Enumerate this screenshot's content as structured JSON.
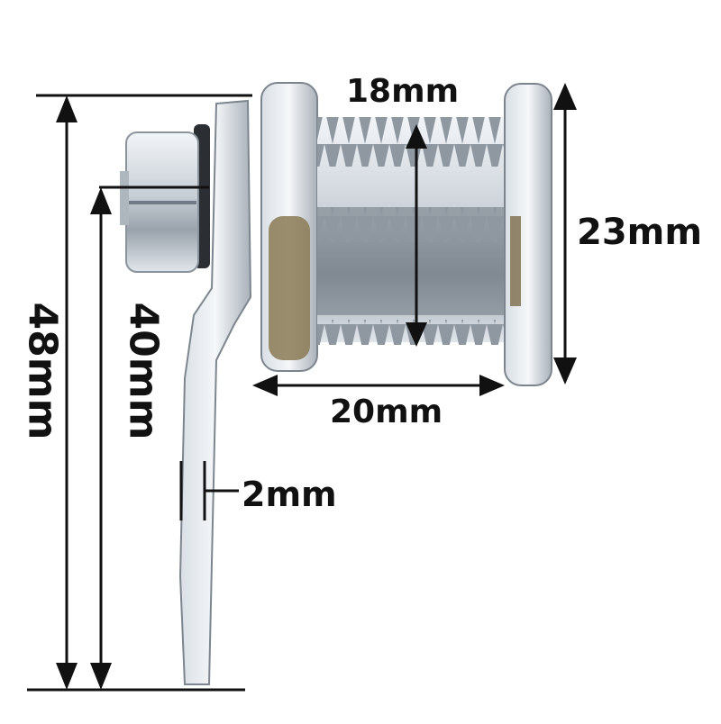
{
  "diagram": {
    "subject": "cam lock dimension diagram",
    "colors": {
      "background": "#ffffff",
      "lines": "#111111",
      "metal_light": "#e6ebf0",
      "metal_mid": "#b8c0c8",
      "metal_dark": "#6f7780",
      "brass": "#8a7a55"
    },
    "dimensions": {
      "overall_height": "48mm",
      "cam_height": "40mm",
      "cam_thickness": "2mm",
      "thread_diameter": "18mm",
      "head_diameter": "23mm",
      "body_length": "20mm"
    }
  }
}
